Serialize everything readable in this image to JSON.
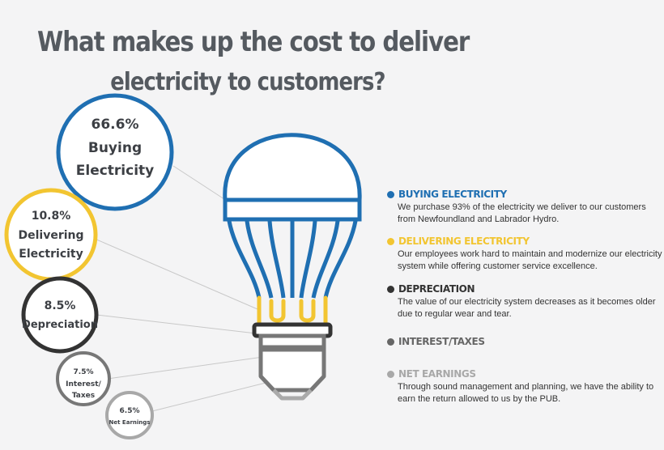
{
  "title_line1": "What makes up the cost to deliver",
  "title_line2": "electricity to customers?",
  "chart_data": {
    "type": "bubble",
    "segments": [
      {
        "percent": "66.6%",
        "label_lines": [
          "Buying",
          "Electricity"
        ],
        "value": 66.6,
        "color": "#1f6fb2"
      },
      {
        "percent": "10.8%",
        "label_lines": [
          "Delivering",
          "Electricity"
        ],
        "value": 10.8,
        "color": "#f2c531"
      },
      {
        "percent": "8.5%",
        "label_lines": [
          "Depreciation"
        ],
        "value": 8.5,
        "color": "#333333"
      },
      {
        "percent": "7.5%",
        "label_lines": [
          "Interest/",
          "Taxes"
        ],
        "value": 7.5,
        "color": "#777777"
      },
      {
        "percent": "6.5%",
        "label_lines": [
          "Net Earnings"
        ],
        "value": 6.5,
        "color": "#a8a8a8"
      }
    ]
  },
  "legend": [
    {
      "title": "BUYING ELECTRICITY",
      "color": "#1f6fb2",
      "desc": "We purchase 93% of the electricity we deliver to our customers from Newfoundland and Labrador Hydro."
    },
    {
      "title": "DELIVERING ELECTRICITY",
      "color": "#f2c531",
      "desc": "Our employees work hard to maintain and modernize our electricity system while offering customer service excellence."
    },
    {
      "title": "DEPRECIATION",
      "color": "#333333",
      "desc": "The value of our electricity system decreases as it becomes older due to regular wear and tear."
    },
    {
      "title": "INTEREST/TAXES",
      "color": "#666666",
      "desc": ""
    },
    {
      "title": "NET EARNINGS",
      "color": "#a8a8a8",
      "desc": "Through sound management and planning, we have the ability to earn the return allowed to us by the PUB."
    }
  ]
}
